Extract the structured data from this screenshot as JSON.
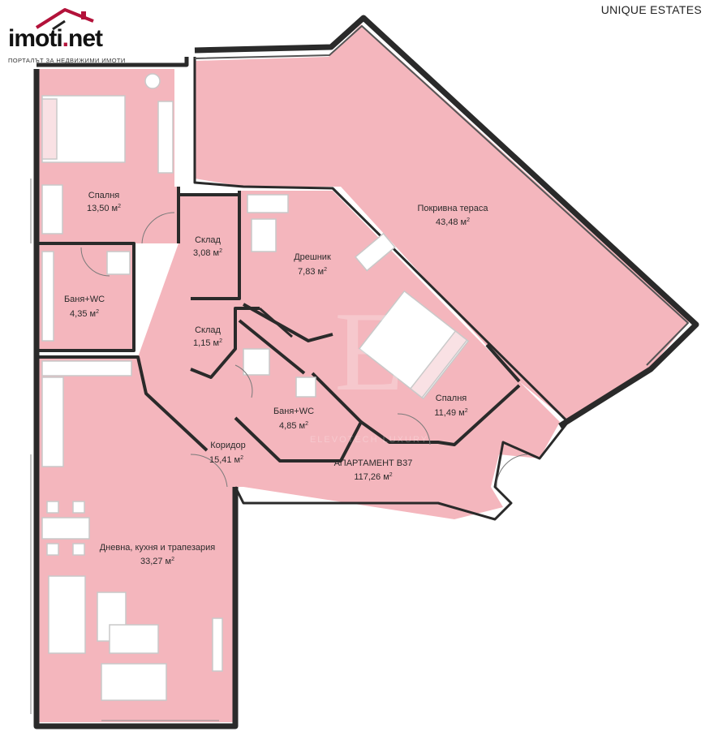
{
  "logo": {
    "brand_text": "imoti.net",
    "brand_main": "imoti",
    "brand_dot": ".",
    "brand_end": "net",
    "tagline": "ПОРТАЛЪТ ЗА НЕДВИЖИМИ ИМОТИ",
    "icon": "house-roof-icon",
    "accent_color": "#b3123a"
  },
  "agency": "UNIQUE ESTATES",
  "watermark": {
    "monogram": "E",
    "text": "ELEVOTECH LUXURY"
  },
  "colors": {
    "floor": "#f4b6bd",
    "wall": "#2a2a2a",
    "furniture": "#ffffff"
  },
  "rooms": [
    {
      "id": "bedroom1",
      "name": "Спалня",
      "area": "13,50 м",
      "unit_sup": "2"
    },
    {
      "id": "storage1",
      "name": "Склад",
      "area": "3,08 м",
      "unit_sup": "2"
    },
    {
      "id": "wardrobe",
      "name": "Дрешник",
      "area": "7,83 м",
      "unit_sup": "2"
    },
    {
      "id": "terrace",
      "name": "Покривна тераса",
      "area": "43,48 м",
      "unit_sup": "2"
    },
    {
      "id": "bath1",
      "name": "Баня+WC",
      "area": "4,35 м",
      "unit_sup": "2"
    },
    {
      "id": "storage2",
      "name": "Склад",
      "area": "1,15 м",
      "unit_sup": "2"
    },
    {
      "id": "bath2",
      "name": "Баня+WC",
      "area": "4,85 м",
      "unit_sup": "2"
    },
    {
      "id": "bedroom2",
      "name": "Спалня",
      "area": "11,49 м",
      "unit_sup": "2"
    },
    {
      "id": "corridor",
      "name": "Коридор",
      "area": "15,41 м",
      "unit_sup": "2"
    },
    {
      "id": "apartment",
      "name": "АПАРТАМЕНТ В37",
      "area": "117,26 м",
      "unit_sup": "2"
    },
    {
      "id": "living",
      "name": "Дневна, кухня и трапезария",
      "area": "33,27 м",
      "unit_sup": "2"
    }
  ]
}
